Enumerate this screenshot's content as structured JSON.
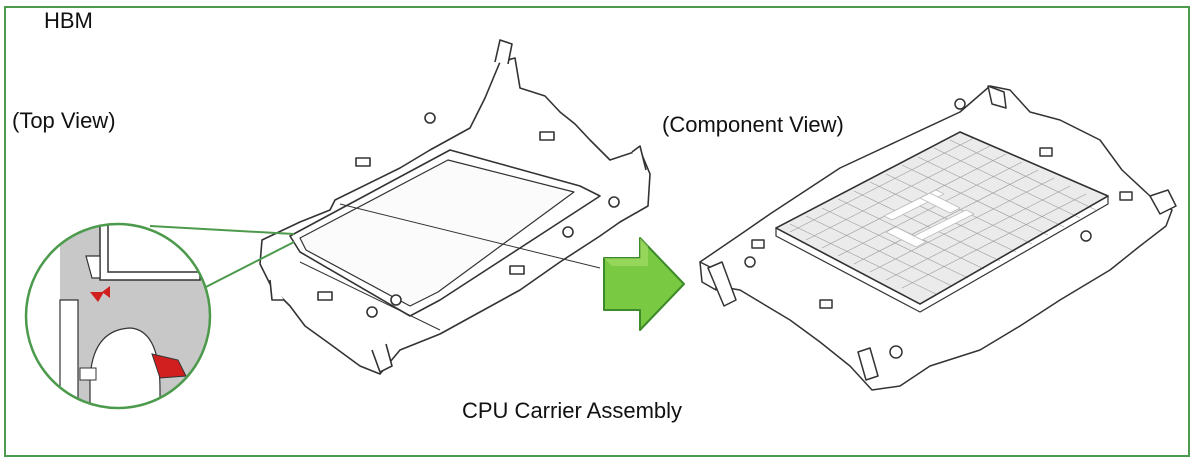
{
  "figure": {
    "title": "HBM",
    "top_view_label": "(Top View)",
    "component_view_label": "(Component View)",
    "caption": "CPU Carrier Assembly"
  },
  "colors": {
    "frame_border": "#4c9a4c",
    "arrow_fill": "#7ac943",
    "arrow_stroke": "#3d8a2a",
    "detail_gray": "#c8c8c8",
    "highlight_red": "#d11f1f",
    "line": "#333333"
  },
  "icons": {
    "arrow": "right-arrow-icon",
    "magnifier": "detail-magnifier-icon"
  }
}
